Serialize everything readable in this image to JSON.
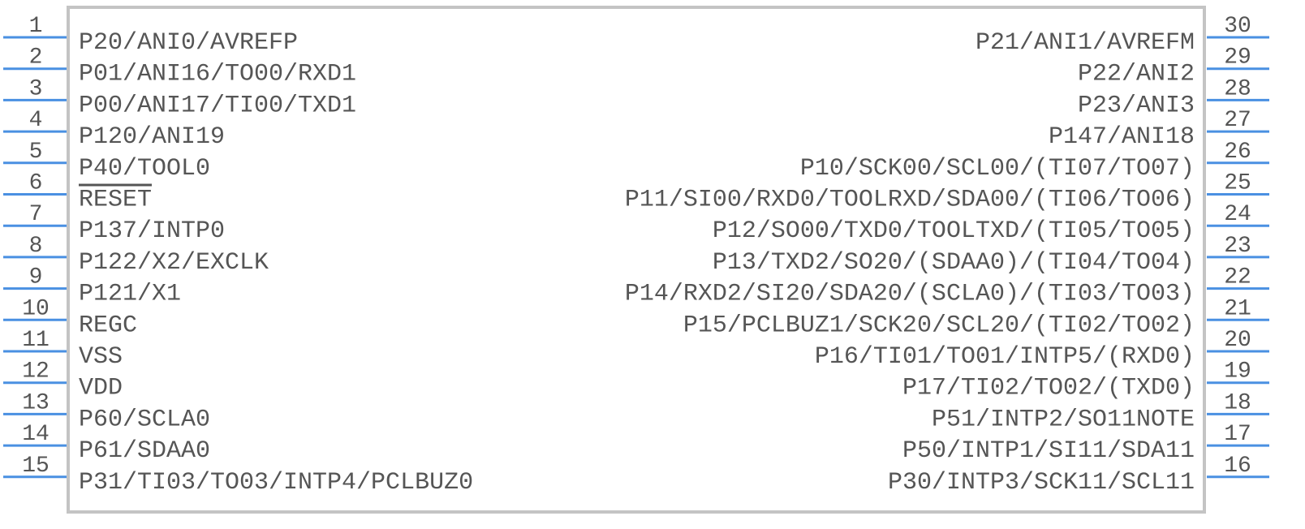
{
  "diagram": {
    "colors": {
      "body_outline": "#c4c4c4",
      "pin": "#4a90e2",
      "text": "#555555"
    },
    "left_pins": [
      {
        "number": "1",
        "label": "P20/ANI0/AVREFP"
      },
      {
        "number": "2",
        "label": "P01/ANI16/TO00/RXD1"
      },
      {
        "number": "3",
        "label": "P00/ANI17/TI00/TXD1"
      },
      {
        "number": "4",
        "label": "P120/ANI19"
      },
      {
        "number": "5",
        "label": "P40/TOOL0"
      },
      {
        "number": "6",
        "label": "RESET",
        "overbar": true
      },
      {
        "number": "7",
        "label": "P137/INTP0"
      },
      {
        "number": "8",
        "label": "P122/X2/EXCLK"
      },
      {
        "number": "9",
        "label": "P121/X1"
      },
      {
        "number": "10",
        "label": "REGC"
      },
      {
        "number": "11",
        "label": "VSS"
      },
      {
        "number": "12",
        "label": "VDD"
      },
      {
        "number": "13",
        "label": "P60/SCLA0"
      },
      {
        "number": "14",
        "label": "P61/SDAA0"
      },
      {
        "number": "15",
        "label": "P31/TI03/TO03/INTP4/PCLBUZ0"
      }
    ],
    "right_pins": [
      {
        "number": "30",
        "label": "P21/ANI1/AVREFM"
      },
      {
        "number": "29",
        "label": "P22/ANI2"
      },
      {
        "number": "28",
        "label": "P23/ANI3"
      },
      {
        "number": "27",
        "label": "P147/ANI18"
      },
      {
        "number": "26",
        "label": "P10/SCK00/SCL00/(TI07/TO07)"
      },
      {
        "number": "25",
        "label": "P11/SI00/RXD0/TOOLRXD/SDA00/(TI06/TO06)"
      },
      {
        "number": "24",
        "label": "P12/SO00/TXD0/TOOLTXD/(TI05/TO05)"
      },
      {
        "number": "23",
        "label": "P13/TXD2/SO20/(SDAA0)/(TI04/TO04)"
      },
      {
        "number": "22",
        "label": "P14/RXD2/SI20/SDA20/(SCLA0)/(TI03/TO03)"
      },
      {
        "number": "21",
        "label": "P15/PCLBUZ1/SCK20/SCL20/(TI02/TO02)"
      },
      {
        "number": "20",
        "label": "P16/TI01/TO01/INTP5/(RXD0)"
      },
      {
        "number": "19",
        "label": "P17/TI02/TO02/(TXD0)"
      },
      {
        "number": "18",
        "label": "P51/INTP2/SO11NOTE"
      },
      {
        "number": "17",
        "label": "P50/INTP1/SI11/SDA11"
      },
      {
        "number": "16",
        "label": "P30/INTP3/SCK11/SCL11"
      }
    ]
  }
}
